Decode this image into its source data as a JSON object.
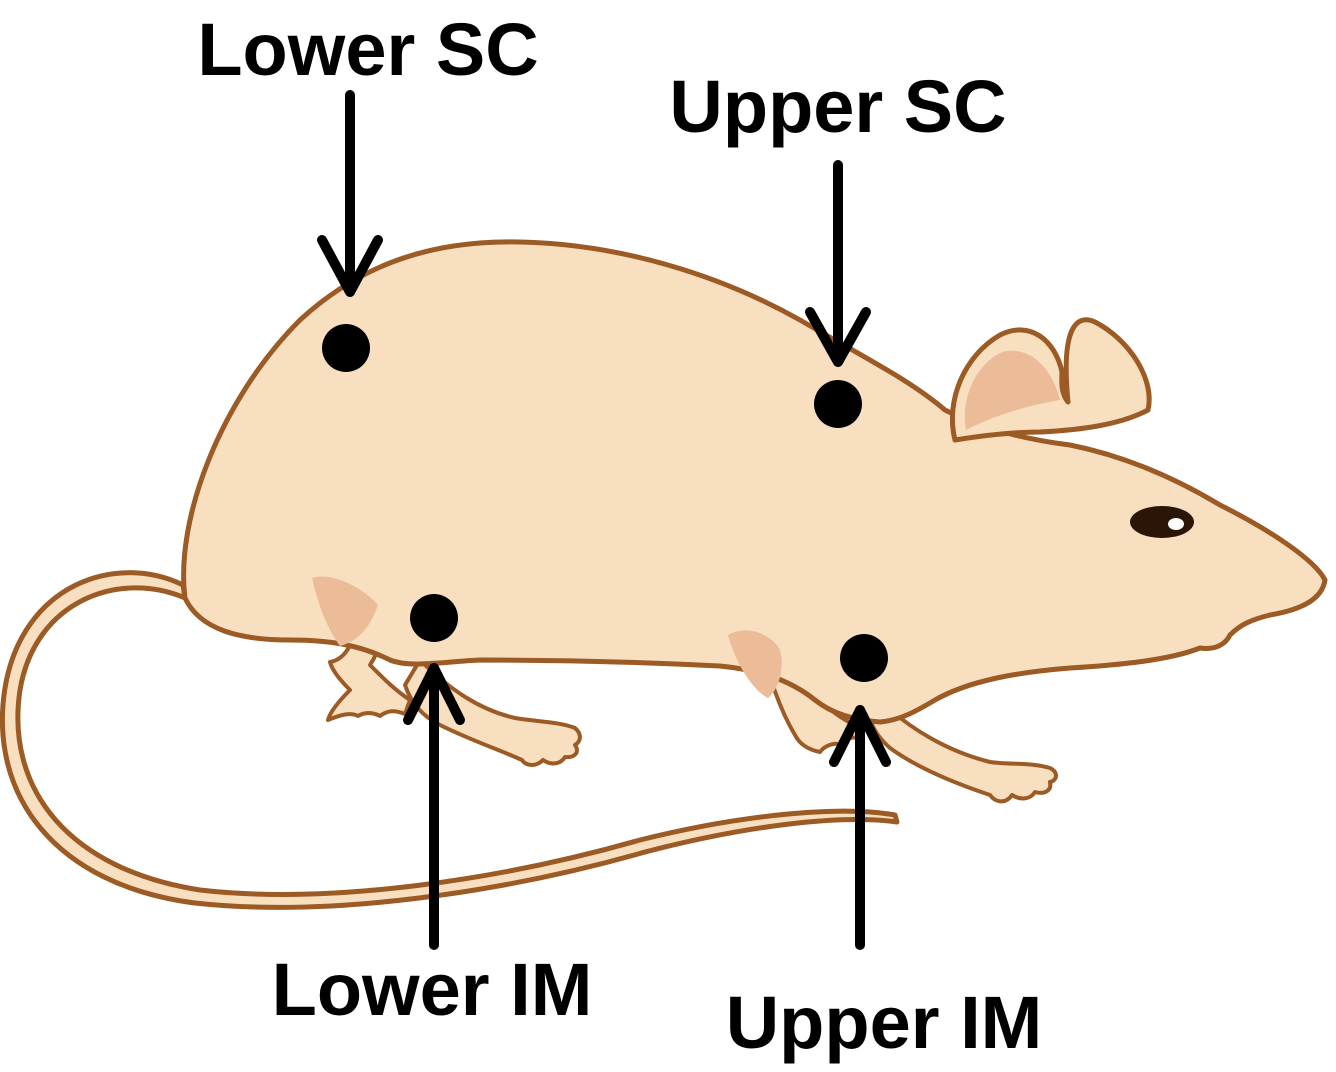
{
  "labels": {
    "lower_sc": "Lower SC",
    "upper_sc": "Upper SC",
    "lower_im": "Lower IM",
    "upper_im": "Upper IM"
  },
  "colors": {
    "body_fill": "#f8dfc0",
    "outline": "#9c5a24",
    "inner_ear": "#ecbc99",
    "paw_shade": "#e9b895",
    "injection_dot": "#000000",
    "arrow": "#000000",
    "text": "#000000"
  }
}
